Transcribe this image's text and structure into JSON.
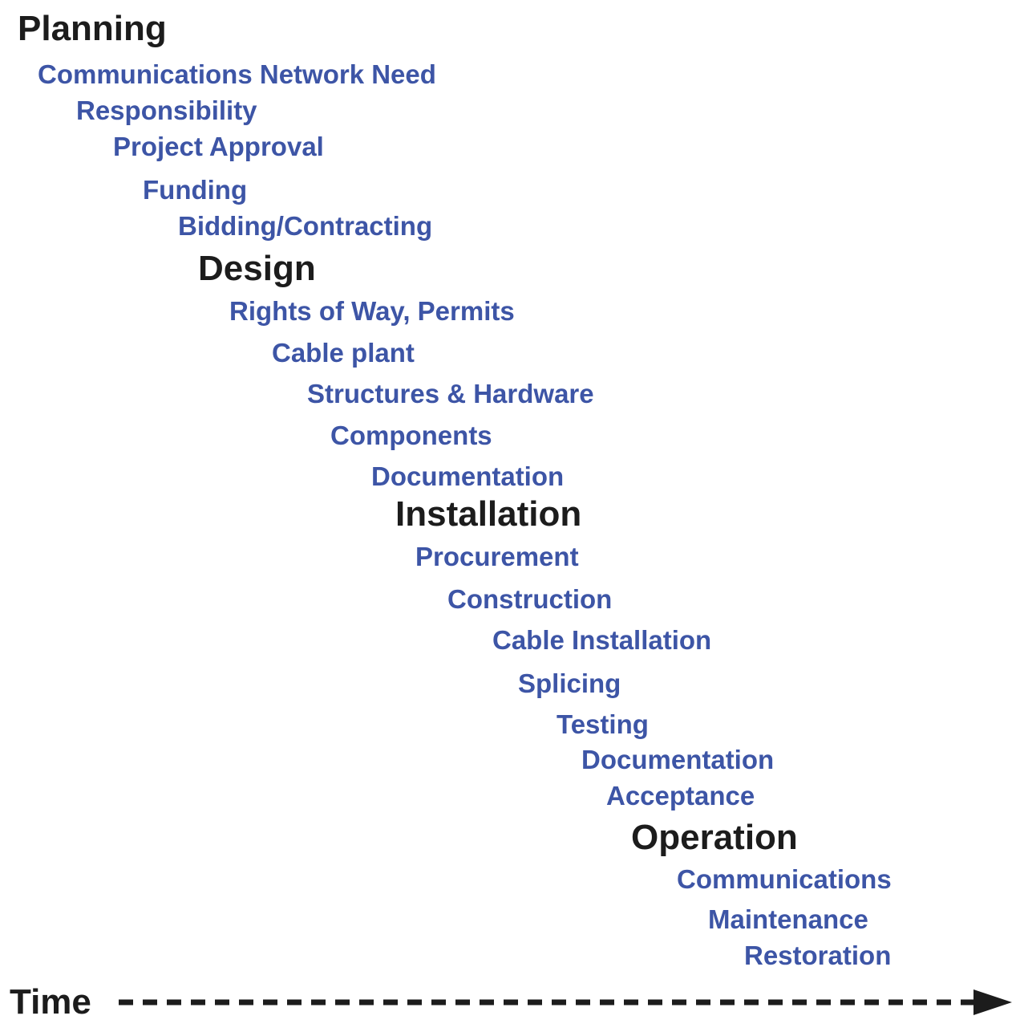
{
  "colors": {
    "phase": "#1c1c1c",
    "task": "#3d55a6",
    "arrow": "#1c1c1c"
  },
  "planning": {
    "title": "Planning",
    "items": [
      "Communications Network Need",
      "Responsibility",
      "Project Approval",
      "Funding",
      "Bidding/Contracting"
    ]
  },
  "design": {
    "title": "Design",
    "items": [
      "Rights of Way, Permits",
      "Cable plant",
      "Structures & Hardware",
      "Components",
      "Documentation"
    ]
  },
  "installation": {
    "title": "Installation",
    "items": [
      "Procurement",
      "Construction",
      "Cable Installation",
      "Splicing",
      "Testing",
      "Documentation",
      "Acceptance"
    ]
  },
  "operation": {
    "title": "Operation",
    "items": [
      "Communications",
      "Maintenance",
      "Restoration"
    ]
  },
  "time_axis": {
    "label": "Time"
  }
}
